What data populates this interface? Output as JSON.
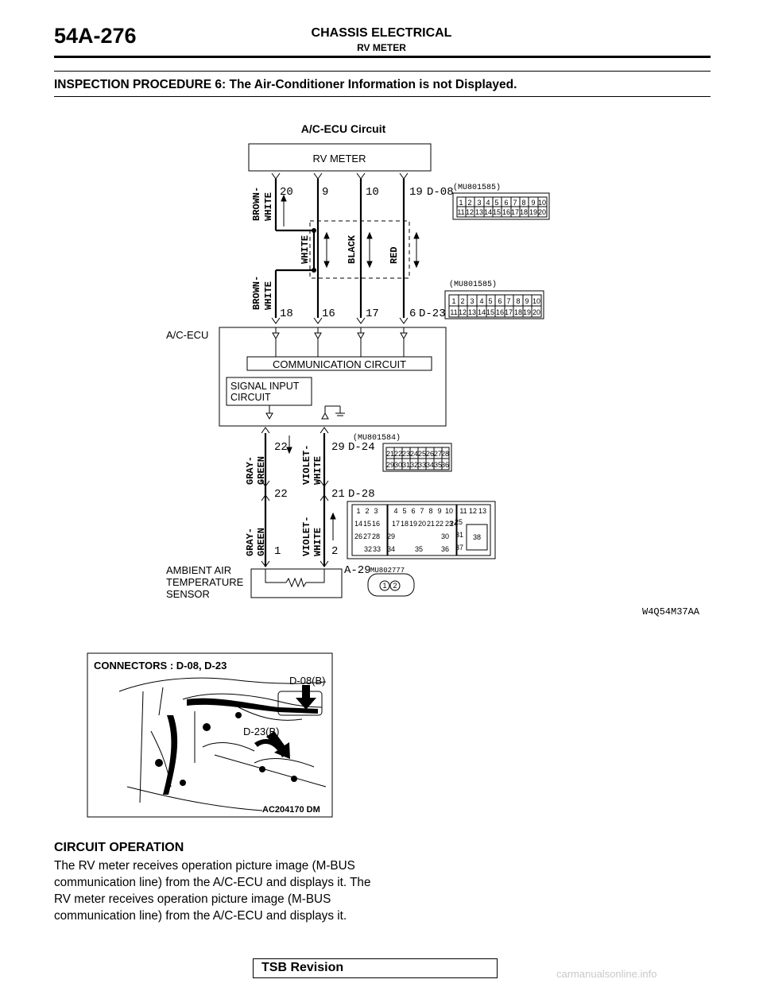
{
  "header": {
    "page_number": "54A-276",
    "section": "CHASSIS ELECTRICAL",
    "subsection": "RV METER"
  },
  "procedure_title": "INSPECTION PROCEDURE 6: The Air-Conditioner Information is not Displayed.",
  "circuit": {
    "title": "A/C-ECU Circuit",
    "rv_meter_label": "RV METER",
    "ac_ecu_label": "A/C-ECU",
    "comm_circuit_label": "COMMUNICATION CIRCUIT",
    "signal_input_line1": "SIGNAL INPUT",
    "signal_input_line2": "CIRCUIT",
    "sensor_line1": "AMBIENT AIR",
    "sensor_line2": "TEMPERATURE",
    "sensor_line3": "SENSOR",
    "wire_brown_white_1": "BROWN-",
    "wire_brown_white_2": "WHITE",
    "wire_white": "WHITE",
    "wire_black": "BLACK",
    "wire_red": "RED",
    "wire_gray_green_1": "GRAY-",
    "wire_gray_green_2": "GREEN",
    "wire_violet_white_1": "VIOLET-",
    "wire_violet_white_2": "WHITE",
    "pins_d08": [
      "20",
      "9",
      "10",
      "19"
    ],
    "pins_d23": [
      "18",
      "16",
      "17",
      "6"
    ],
    "pins_d24": [
      "22",
      "29"
    ],
    "pins_d28": [
      "22",
      "21"
    ],
    "pins_a29": [
      "1",
      "2"
    ],
    "conn_d08": "D-08",
    "conn_d23": "D-23",
    "conn_d24": "D-24",
    "conn_d28": "D-28",
    "conn_a29": "A-29",
    "part_d08": "(MU801585)",
    "part_d23": "(MU801585)",
    "part_d24": "(MU801584)",
    "part_a29": "MU802777",
    "figure_code": "W4Q54M37AA"
  },
  "photo": {
    "title": "CONNECTORS : D-08, D-23",
    "label_d08": "D-08(B)",
    "label_d23": "D-23(B)",
    "code": "AC204170 DM"
  },
  "circuit_operation": {
    "heading": "CIRCUIT OPERATION",
    "text": "The RV meter receives operation picture image (M-BUS communication line) from the A/C-ECU and displays it. The RV meter receives operation picture image (M-BUS communication line) from the A/C-ECU and displays it."
  },
  "footer": {
    "tsb": "TSB Revision",
    "watermark": "carmanualsonline.info"
  }
}
